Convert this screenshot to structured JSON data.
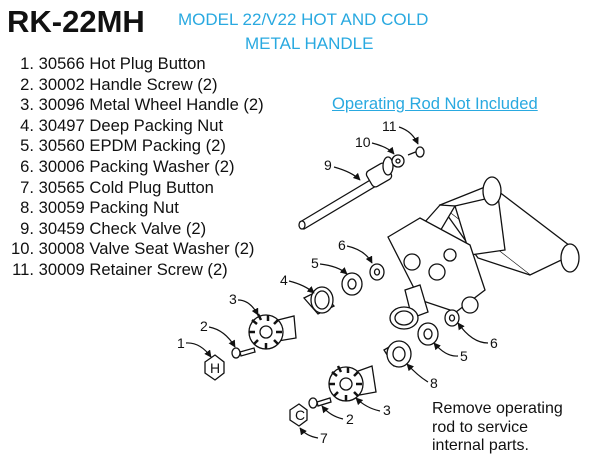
{
  "header": {
    "title": "RK-22MH",
    "subtitle_line1": "MODEL 22/V22 HOT AND COLD",
    "subtitle_line2": "METAL HANDLE"
  },
  "parts_list": [
    {
      "num": "1.",
      "text": "30566 Hot Plug Button"
    },
    {
      "num": "2.",
      "text": "30002 Handle Screw (2)"
    },
    {
      "num": "3.",
      "text": "30096 Metal Wheel Handle (2)"
    },
    {
      "num": "4.",
      "text": "30497 Deep Packing Nut"
    },
    {
      "num": "5.",
      "text": "30560 EPDM Packing (2)"
    },
    {
      "num": "6.",
      "text": "30006 Packing  Washer (2)"
    },
    {
      "num": "7.",
      "text": "30565 Cold Plug Button"
    },
    {
      "num": "8.",
      "text": "30059 Packing Nut"
    },
    {
      "num": "9.",
      "text": "30459 Check Valve (2)"
    },
    {
      "num": "10.",
      "text": "30008 Valve Seat Washer (2)"
    },
    {
      "num": "11.",
      "text": "30009 Retainer Screw (2)"
    }
  ],
  "operating_rod_note": "Operating Rod Not Included",
  "service_note": [
    "Remove operating",
    "rod to service",
    "internal parts."
  ],
  "callouts": {
    "c1": "1",
    "c2a": "2",
    "c2b": "2",
    "c3a": "3",
    "c3b": "3",
    "c4": "4",
    "c5a": "5",
    "c5b": "5",
    "c6a": "6",
    "c6b": "6",
    "c7": "7",
    "c8": "8",
    "c9": "9",
    "c10": "10",
    "c11": "11"
  },
  "plug_labels": {
    "hot": "H",
    "cold": "C"
  }
}
